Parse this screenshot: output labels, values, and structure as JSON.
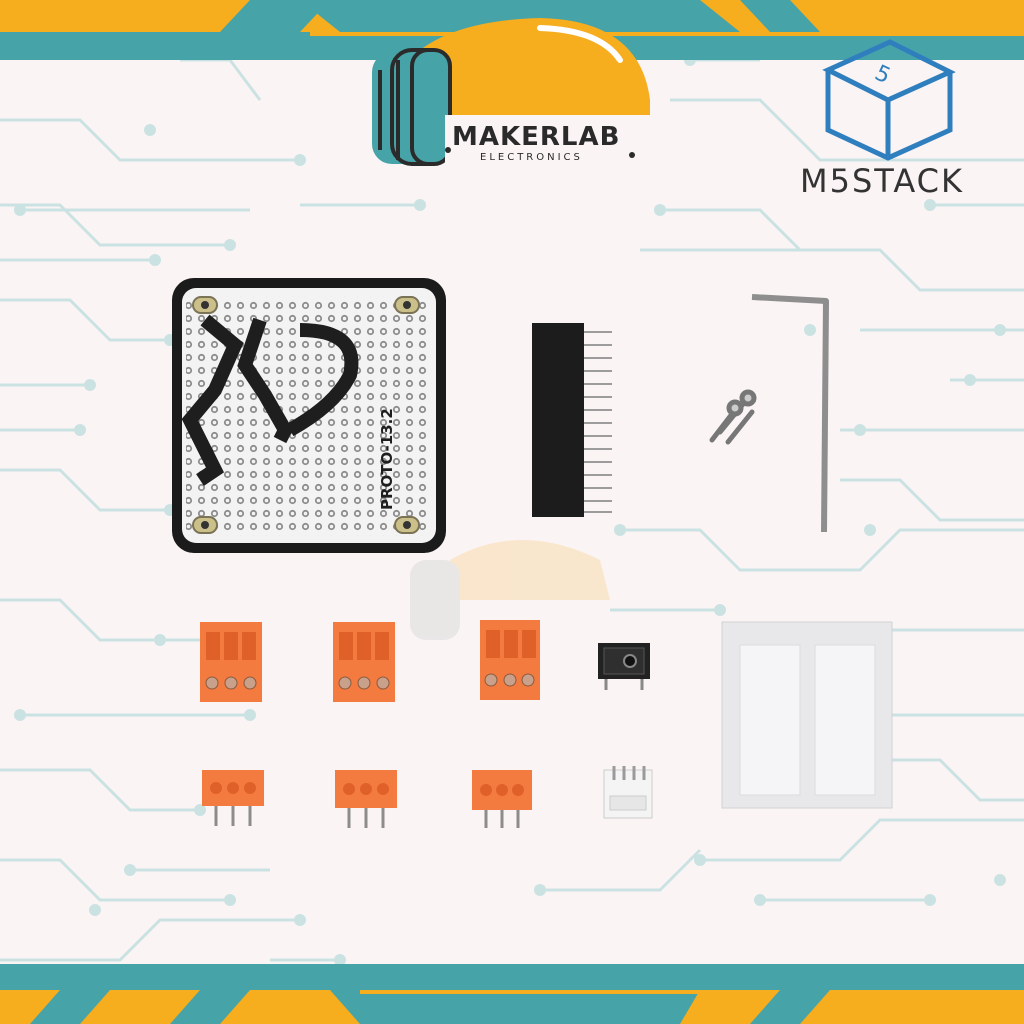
{
  "brand": {
    "makerlab_title": "MAKERLAB",
    "makerlab_subtitle": "ELECTRONICS",
    "m5stack_name": "M5STACK",
    "m5stack_cube_mark": "5"
  },
  "product": {
    "board_silkscreen": "PROTO-13.2"
  },
  "colors": {
    "teal": "#46a3a8",
    "orange_accent": "#f6ad1e",
    "circuit_lines": "#cbe2e3",
    "background": "#fbf4f4",
    "terminal_orange": "#f47b3f",
    "m5_blue": "#2f7fbf"
  }
}
